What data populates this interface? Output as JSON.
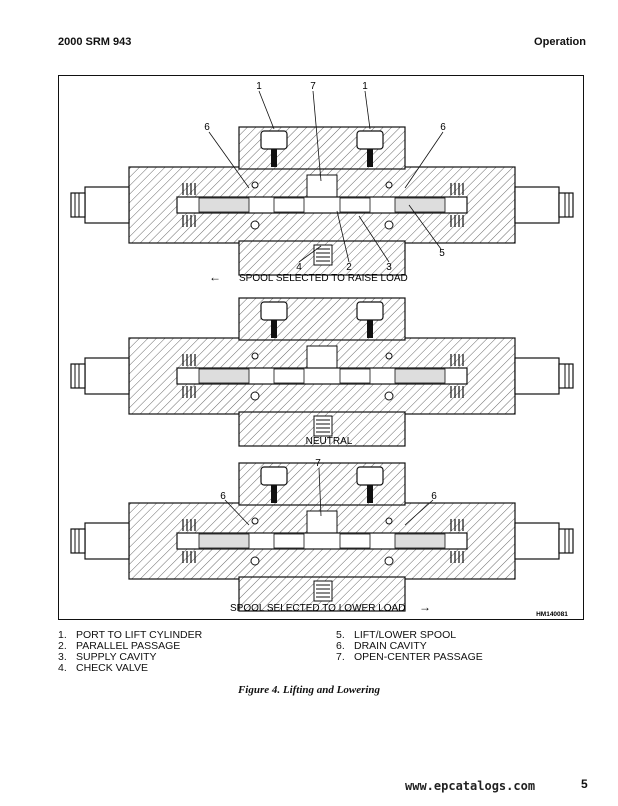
{
  "header": {
    "left": "2000 SRM 943",
    "right": "Operation"
  },
  "figure": {
    "raise_label": "SPOOL SELECTED TO RAISE LOAD",
    "neutral_label": "NEUTRAL",
    "lower_label": "SPOOL SELECTED TO LOWER LOAD",
    "code": "HM140081",
    "callouts_raise": [
      "1",
      "1",
      "7",
      "6",
      "6",
      "5",
      "4",
      "2",
      "3"
    ],
    "callouts_lower": [
      "7",
      "6",
      "6"
    ]
  },
  "legend": {
    "items": [
      {
        "num": "1.",
        "text": "PORT TO LIFT CYLINDER"
      },
      {
        "num": "2.",
        "text": "PARALLEL PASSAGE"
      },
      {
        "num": "3.",
        "text": "SUPPLY CAVITY"
      },
      {
        "num": "4.",
        "text": "CHECK VALVE"
      },
      {
        "num": "5.",
        "text": "LIFT/LOWER SPOOL"
      },
      {
        "num": "6.",
        "text": "DRAIN CAVITY"
      },
      {
        "num": "7.",
        "text": "OPEN-CENTER PASSAGE"
      }
    ]
  },
  "caption": "Figure 4. Lifting and Lowering",
  "footer": {
    "url": "www.epcatalogs.com",
    "page": "5"
  }
}
